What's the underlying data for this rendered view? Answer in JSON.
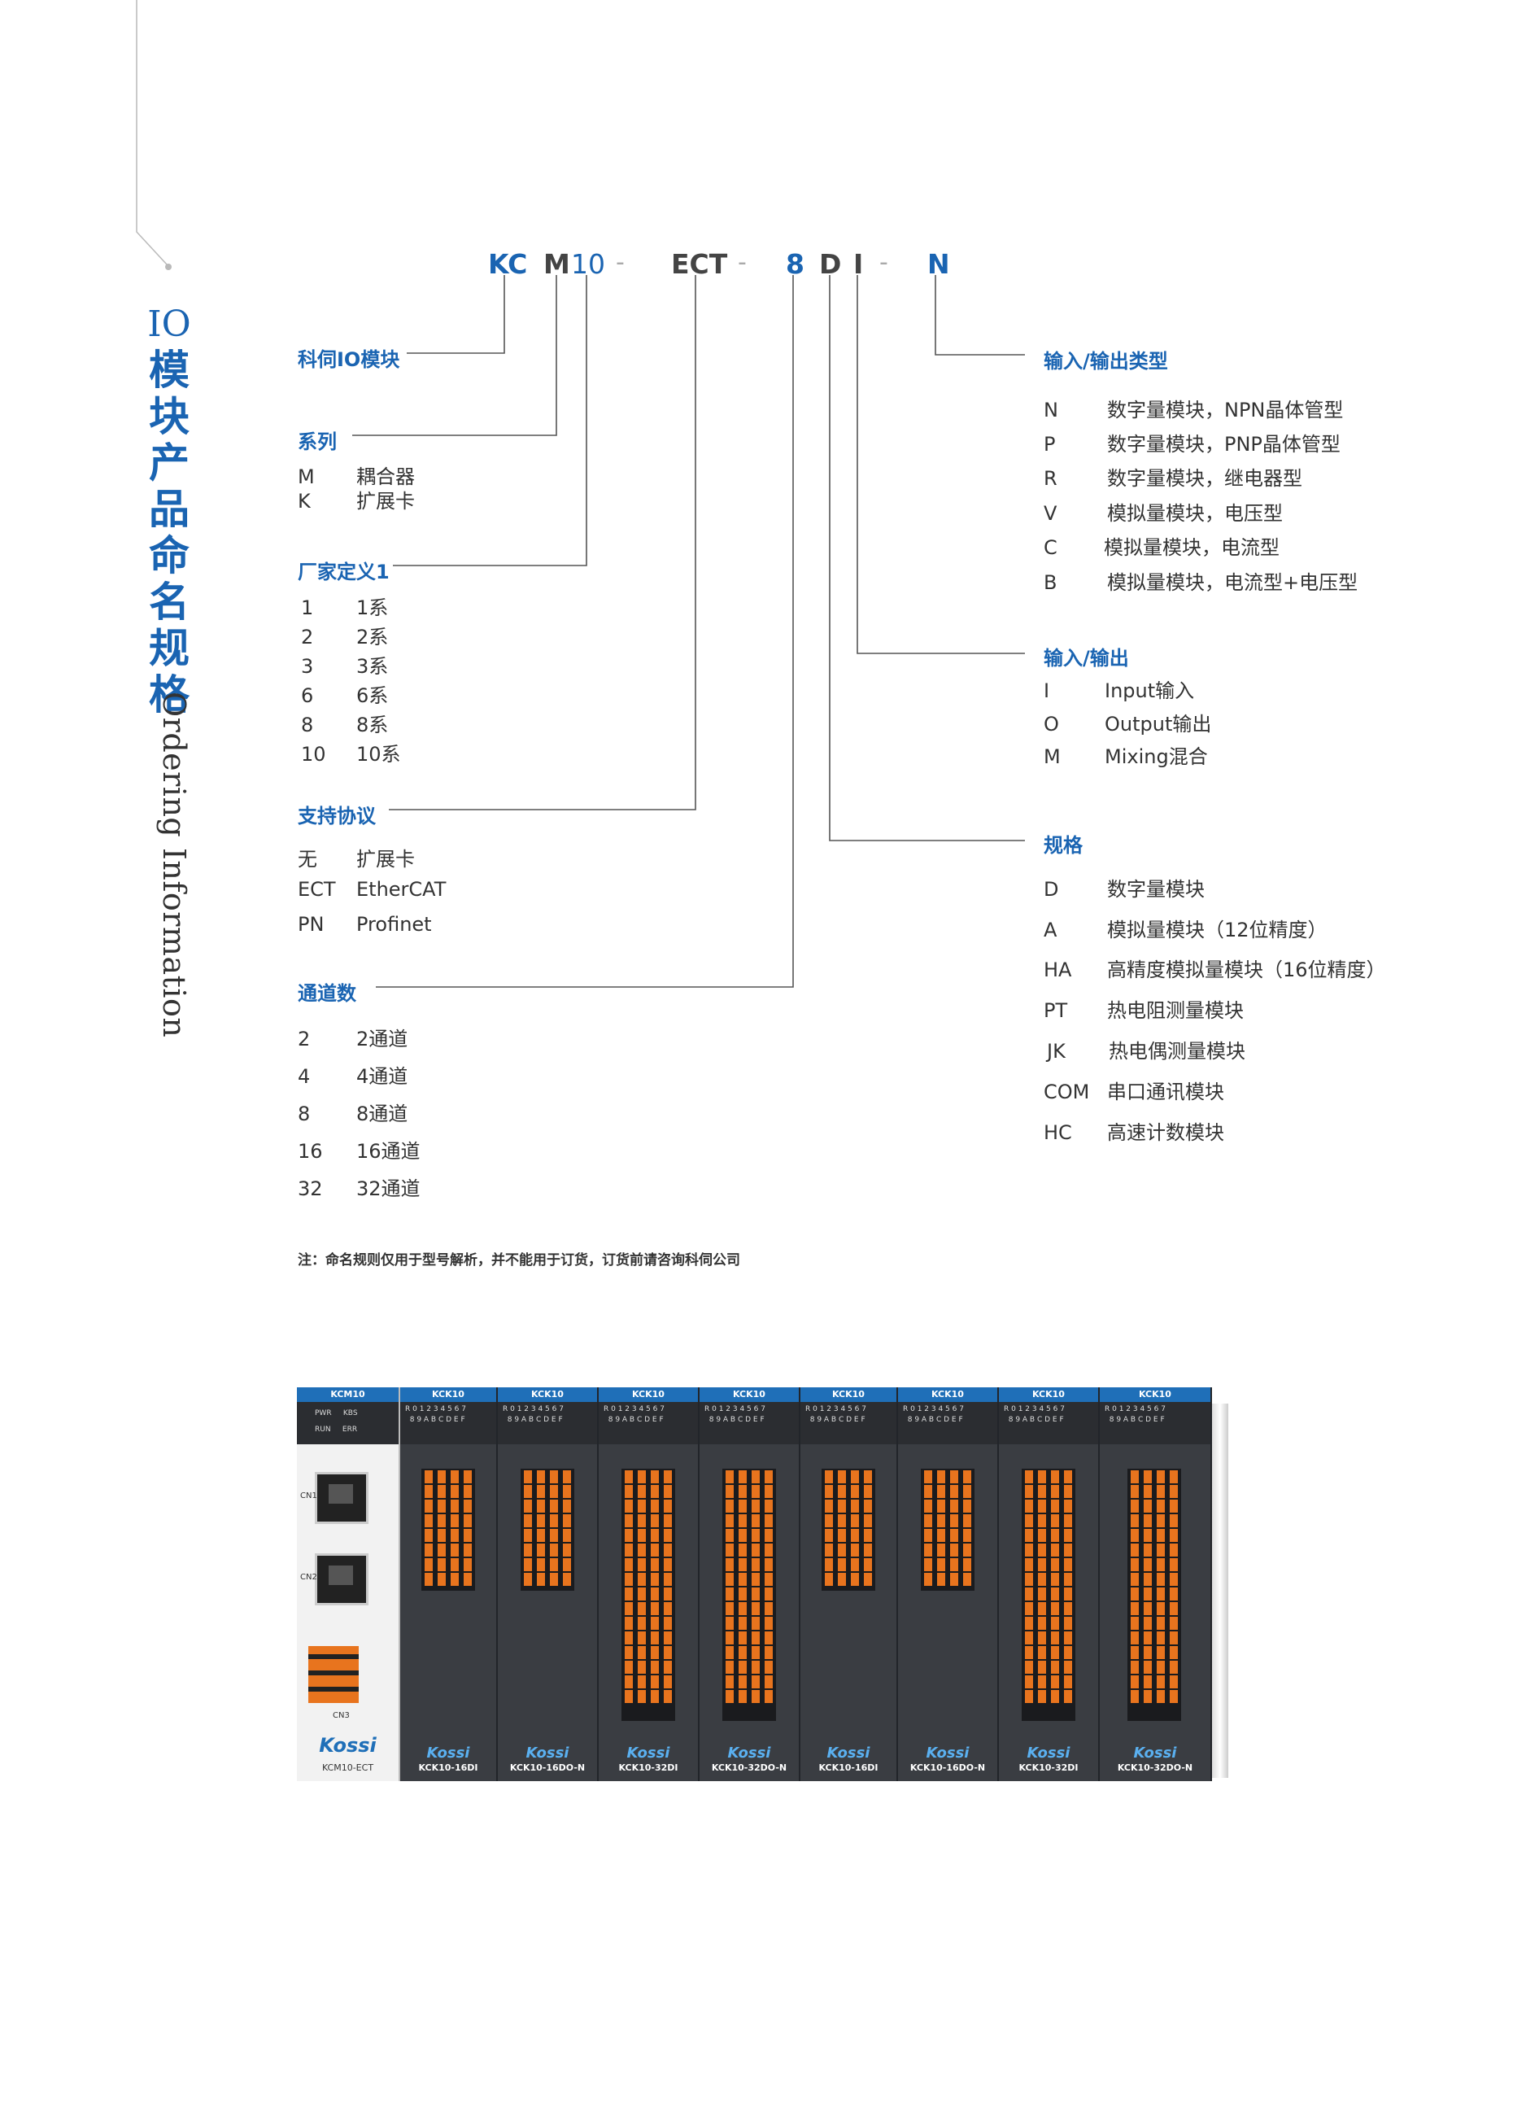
{
  "title": {
    "io": "IO",
    "cn_chars": [
      "模",
      "块",
      "产",
      "品",
      "命",
      "名",
      "规",
      "格"
    ],
    "en": "Ordering Information"
  },
  "code": {
    "kc": "KC",
    "m": "M",
    "n10": "10",
    "dash": "-",
    "ect": "ECT",
    "n8": "8",
    "d": "D",
    "i": "I",
    "n": "N"
  },
  "colors": {
    "accent": "#1a64b2",
    "text": "#333333",
    "line": "#555555"
  },
  "left": {
    "brand": {
      "head": "科伺IO模块"
    },
    "series": {
      "head": "系列",
      "rows": [
        [
          "M",
          "耦合器"
        ],
        [
          "K",
          "扩展卡"
        ]
      ]
    },
    "vendor": {
      "head": "厂家定义1",
      "rows": [
        [
          "1",
          "1系"
        ],
        [
          "2",
          "2系"
        ],
        [
          "3",
          "3系"
        ],
        [
          "6",
          "6系"
        ],
        [
          "8",
          "8系"
        ],
        [
          "10",
          "10系"
        ]
      ]
    },
    "protocol": {
      "head": "支持协议",
      "rows": [
        [
          "无",
          "扩展卡"
        ],
        [
          "ECT",
          "EtherCAT"
        ],
        [
          "PN",
          "Profinet"
        ]
      ]
    },
    "channels": {
      "head": "通道数",
      "rows": [
        [
          "2",
          "2通道"
        ],
        [
          "4",
          "4通道"
        ],
        [
          "8",
          "8通道"
        ],
        [
          "16",
          "16通道"
        ],
        [
          "32",
          "32通道"
        ]
      ]
    }
  },
  "right": {
    "iotype": {
      "head": "输入/输出类型",
      "rows": [
        [
          "N",
          "数字量模块，NPN晶体管型"
        ],
        [
          "P",
          "数字量模块，PNP晶体管型"
        ],
        [
          "R",
          "数字量模块，继电器型"
        ],
        [
          "V",
          "模拟量模块，电压型"
        ],
        [
          "C",
          "模拟量模块，电流型"
        ],
        [
          "B",
          "模拟量模块，电流型+电压型"
        ]
      ]
    },
    "io": {
      "head": "输入/输出",
      "rows": [
        [
          "I",
          "Input输入"
        ],
        [
          "O",
          "Output输出"
        ],
        [
          "M",
          "Mixing混合"
        ]
      ]
    },
    "spec": {
      "head": "规格",
      "rows": [
        [
          "D",
          "数字量模块"
        ],
        [
          "A",
          "模拟量模块（12位精度）"
        ],
        [
          "HA",
          "高精度模拟量模块（16位精度）"
        ],
        [
          "PT",
          "热电阻测量模块"
        ],
        [
          "JK",
          "热电偶测量模块"
        ],
        [
          "COM",
          "串口通讯模块"
        ],
        [
          "HC",
          "高速计数模块"
        ]
      ]
    }
  },
  "note": "注：命名规则仅用于型号解析，并不能用于订货，订货前请咨询科伺公司",
  "product": {
    "coupler": {
      "cap": "KCM10",
      "led1": "PWR",
      "led2": "KBS",
      "led3": "RUN",
      "led4": "ERR",
      "port1": "CN1",
      "port2": "CN2",
      "port3": "CN3",
      "logo": "Kossi",
      "label": "KCM10-ECT"
    },
    "modules": [
      {
        "cap": "KCK10",
        "label": "KCK10-16DI",
        "logo": "Kossi"
      },
      {
        "cap": "KCK10",
        "label": "KCK10-16DO-N",
        "logo": "Kossi"
      },
      {
        "cap": "KCK10",
        "label": "KCK10-32DI",
        "logo": "Kossi"
      },
      {
        "cap": "KCK10",
        "label": "KCK10-32DO-N",
        "logo": "Kossi"
      },
      {
        "cap": "KCK10",
        "label": "KCK10-16DI",
        "logo": "Kossi"
      },
      {
        "cap": "KCK10",
        "label": "KCK10-16DO-N",
        "logo": "Kossi"
      },
      {
        "cap": "KCK10",
        "label": "KCK10-32DI",
        "logo": "Kossi"
      },
      {
        "cap": "KCK10",
        "label": "KCK10-32DO-N",
        "logo": "Kossi"
      }
    ],
    "led_row1": "R 0 1 2 3 4 5 6 7",
    "led_row2": "8 9 A B C D E F"
  }
}
